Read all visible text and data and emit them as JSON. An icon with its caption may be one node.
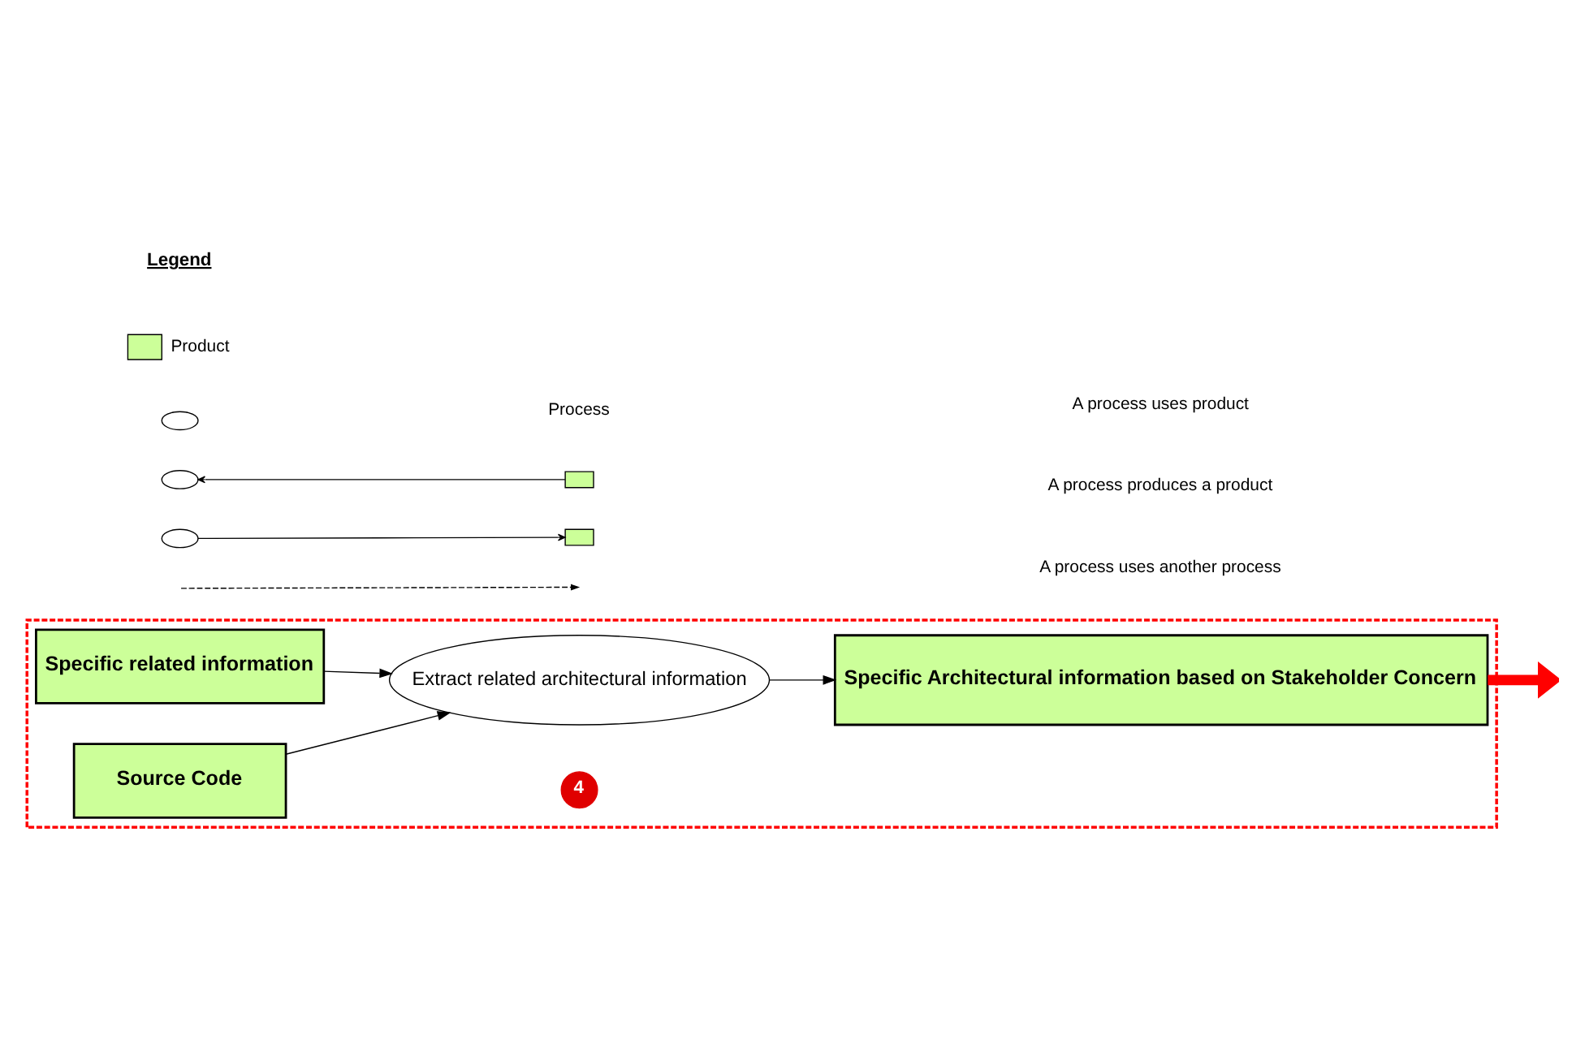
{
  "diagram": {
    "nodes": [
      {
        "text": [],
        "shape": "box"
      },
      {
        "text": [
          "Specific related information"
        ],
        "in": 0
      },
      {
        "text": [
          "Extract related architectural information"
        ],
        "in": 0
      },
      {
        "text": [
          "Source Code"
        ],
        "in": 0
      },
      {
        "text": [
          "Specific Architectural information based on Stakeholder Concern"
        ],
        "in": 0
      },
      {
        "text": [
          "4"
        ],
        "in": 0
      }
    ],
    "edges": [
      {
        "from": 1,
        "to": 2,
        "arrow": "to"
      },
      {
        "from": 3,
        "to": 2,
        "arrow": "to"
      },
      {
        "from": 2,
        "to": 4,
        "arrow": "to"
      },
      {
        "from": 4,
        "to": null,
        "arrow": "to",
        "style": "thick",
        "color": "#ff0000"
      }
    ],
    "labels": [
      "Legend"
    ],
    "legend": [
      {
        "text": "Product",
        "color": "#ccff99"
      },
      {
        "text": "Process"
      },
      {
        "text": "A process uses product"
      },
      {
        "text": "A process produces a product"
      },
      {
        "text": "A process uses another process"
      }
    ]
  }
}
